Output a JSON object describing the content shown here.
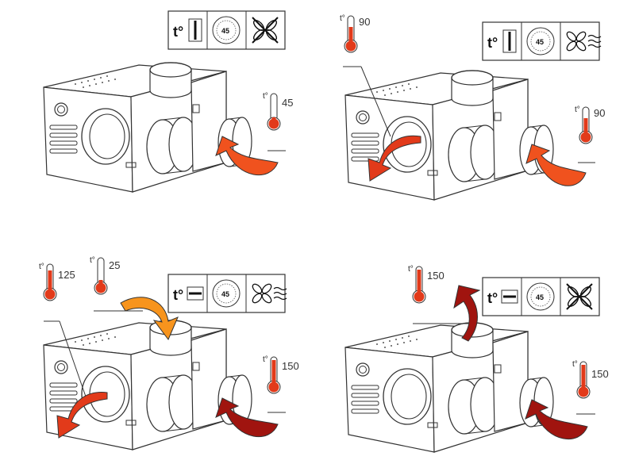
{
  "colors": {
    "hot_red": "#e23a1a",
    "hot_orange": "#f0521e",
    "dark_red": "#a0140f",
    "cool_orange": "#f7941d",
    "line": "#333333"
  },
  "icons": {
    "thermostat_symbol": "t°",
    "dial_value": "45",
    "fan_off_icon": "crossed-fan-icon",
    "fan_on_icon": "fan-airflow-icon"
  },
  "panels": [
    {
      "id": "p1",
      "thermometers": [
        {
          "value": "45",
          "level": 0.3
        }
      ]
    },
    {
      "id": "p2",
      "thermometers": [
        {
          "value": "90",
          "level": 0.55
        },
        {
          "value": "90",
          "level": 0.55
        }
      ]
    },
    {
      "id": "p3",
      "thermometers": [
        {
          "value": "125",
          "level": 0.75
        },
        {
          "value": "25",
          "level": 0.2
        },
        {
          "value": "150",
          "level": 0.9
        }
      ]
    },
    {
      "id": "p4",
      "thermometers": [
        {
          "value": "150",
          "level": 0.9
        },
        {
          "value": "150",
          "level": 0.9
        }
      ]
    }
  ]
}
